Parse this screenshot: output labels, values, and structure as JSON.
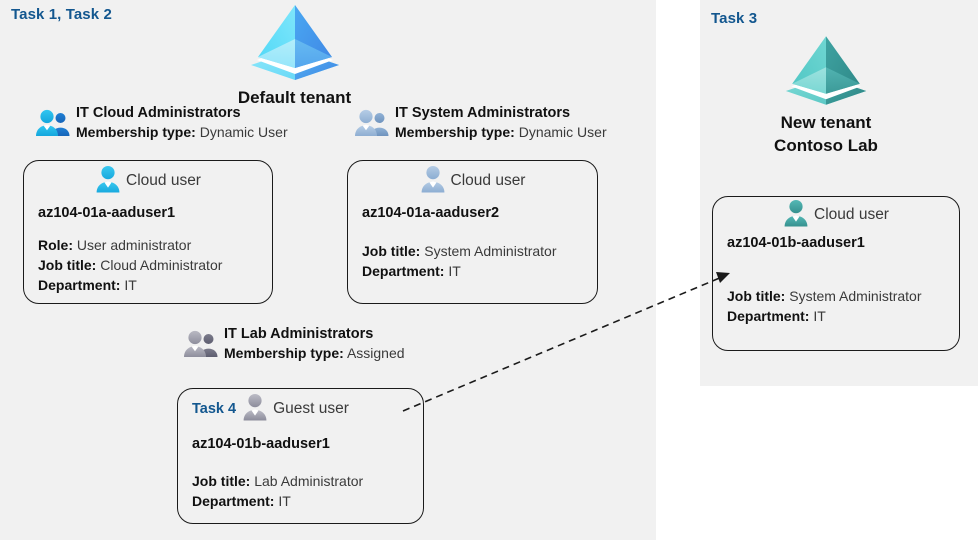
{
  "tasks": {
    "left_label": "Task 1, Task 2",
    "right_label": "Task 3",
    "guest_tag": "Task 4"
  },
  "tenants": {
    "default": {
      "icon": "azure-ad-pyramid-icon",
      "name": "Default tenant"
    },
    "new": {
      "icon": "azure-ad-pyramid-icon",
      "line1": "New  tenant",
      "line2": "Contoso Lab"
    }
  },
  "groups": [
    {
      "id": "cloud",
      "icon": "group-users-icon",
      "title": "IT Cloud Administrators",
      "meta_label": "Membership type:",
      "meta_value": "Dynamic User"
    },
    {
      "id": "system",
      "icon": "group-users-icon",
      "title": "IT System Administrators",
      "meta_label": "Membership type:",
      "meta_value": "Dynamic User"
    },
    {
      "id": "lab",
      "icon": "group-users-icon",
      "title": "IT Lab Administrators",
      "meta_label": "Membership type:",
      "meta_value": "Assigned"
    }
  ],
  "cards": {
    "user1": {
      "icon": "cloud-user-icon",
      "user_type": "Cloud user",
      "username": "az104-01a-aaduser1",
      "props": [
        {
          "label": "Role:",
          "value": "User administrator"
        },
        {
          "label": "Job title:",
          "value": "Cloud Administrator"
        },
        {
          "label": "Department:",
          "value": "IT"
        }
      ]
    },
    "user2": {
      "icon": "cloud-user-icon",
      "user_type": "Cloud user",
      "username": "az104-01a-aaduser2",
      "props": [
        {
          "label": "Job title:",
          "value": "System Administrator"
        },
        {
          "label": "Department:",
          "value": "IT"
        }
      ]
    },
    "guest": {
      "icon": "guest-user-icon",
      "user_type": "Guest user",
      "username": "az104-01b-aaduser1",
      "props": [
        {
          "label": "Job title:",
          "value": "Lab Administrator"
        },
        {
          "label": "Department:",
          "value": "IT"
        }
      ]
    },
    "user3": {
      "icon": "cloud-user-icon",
      "user_type": "Cloud user",
      "username": "az104-01b-aaduser1",
      "props": [
        {
          "label": "Job title:",
          "value": "System Administrator"
        },
        {
          "label": "Department:",
          "value": "IT"
        }
      ]
    }
  },
  "connector": {
    "name": "guest-user-to-new-tenant-arrow",
    "style": "dashed-arrow"
  },
  "colors": {
    "panel_background": "#f1f1f1",
    "page_background": "#ffffff",
    "task_label": "#13578f",
    "text_primary": "#111111",
    "text_secondary": "#3a3a3a",
    "card_border": "#1b1b1b",
    "tenant_default_accent": "#35c1f1",
    "tenant_default_accent_dark": "#3b8fe8",
    "tenant_new_accent": "#4fc3c0",
    "tenant_new_accent_dark": "#2f9a99",
    "icon_cyan": "#2fb7e8",
    "icon_blue_gray": "#9eb9d8",
    "icon_gray": "#9a9aa6",
    "icon_teal": "#3fa8a4"
  }
}
